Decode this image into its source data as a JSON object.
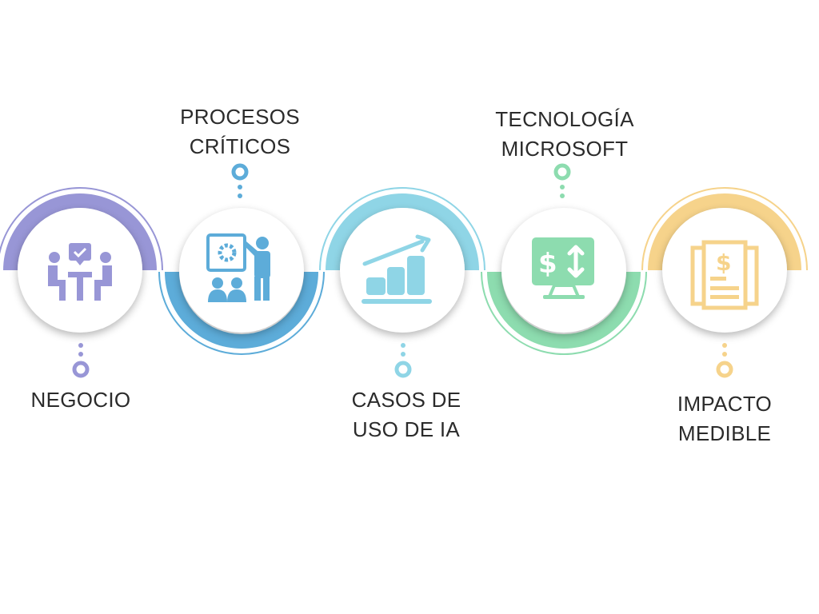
{
  "diagram": {
    "type": "process-timeline",
    "steps": [
      {
        "label_line1": "NEGOCIO",
        "label_line2": "",
        "icon": "meeting-approval-icon",
        "color": "#9896d6",
        "arc": "top",
        "label_position": "bottom"
      },
      {
        "label_line1": "PROCESOS",
        "label_line2": "CRÍTICOS",
        "icon": "presentation-gear-icon",
        "color": "#5dacd9",
        "arc": "bottom",
        "label_position": "top"
      },
      {
        "label_line1": "CASOS DE",
        "label_line2": "USO DE IA",
        "icon": "growth-chart-icon",
        "color": "#8fd5e6",
        "arc": "top",
        "label_position": "bottom"
      },
      {
        "label_line1": "TECNOLOGÍA",
        "label_line2": "MICROSOFT",
        "icon": "monitor-dollar-icon",
        "color": "#8ddcaf",
        "arc": "bottom",
        "label_position": "top"
      },
      {
        "label_line1": "IMPACTO",
        "label_line2": "MEDIBLE",
        "icon": "invoice-dollar-icon",
        "color": "#f6d38b",
        "arc": "top",
        "label_position": "bottom"
      }
    ]
  }
}
